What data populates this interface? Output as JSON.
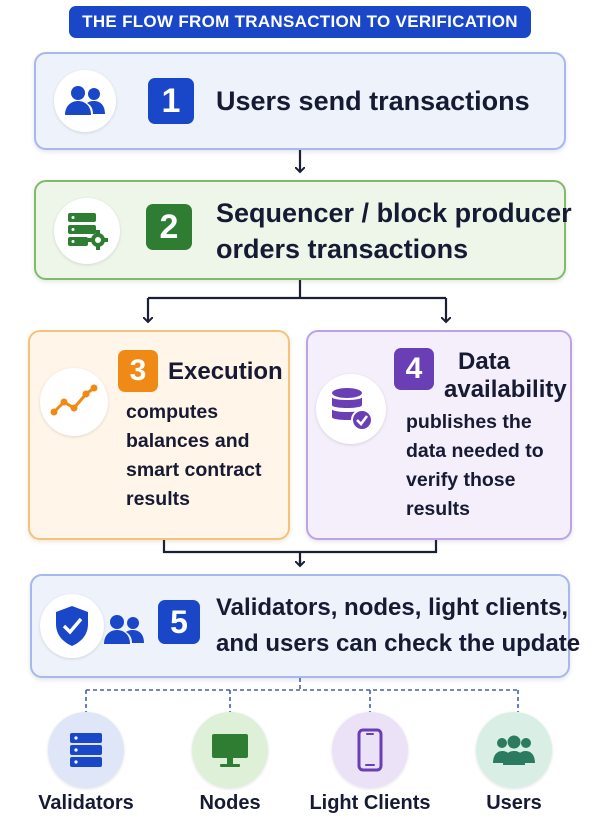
{
  "title": "THE FLOW FROM TRANSACTION TO VERIFICATION",
  "steps": [
    {
      "number": "1",
      "text": "Users send transactions"
    },
    {
      "number": "2",
      "line1": "Sequencer / block producer",
      "line2": "orders transactions"
    },
    {
      "number": "3",
      "heading": "Execution",
      "lines": [
        "computes",
        "balances and",
        "smart contract",
        "results"
      ]
    },
    {
      "number": "4",
      "heading_line1": "Data",
      "heading_line2": "availability",
      "lines": [
        "publishes the",
        "data needed to",
        "verify those",
        "results"
      ]
    },
    {
      "number": "5",
      "line1": "Validators, nodes, light clients,",
      "line2": "and users can check the update"
    }
  ],
  "verifiers": [
    {
      "label": "Validators",
      "icon": "server-icon"
    },
    {
      "label": "Nodes",
      "icon": "monitor-icon"
    },
    {
      "label": "Light Clients",
      "icon": "phone-icon"
    },
    {
      "label": "Users",
      "icon": "users-icon"
    }
  ],
  "colors": {
    "blue": "#1a47c8",
    "green": "#2e7d32",
    "orange": "#f08a16",
    "purple": "#6a3fb5",
    "teal": "#2a7b5f"
  }
}
